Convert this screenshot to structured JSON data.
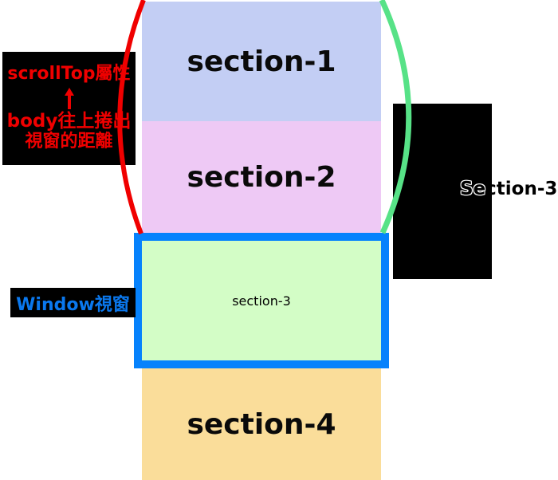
{
  "page": {
    "background": "#ffffff"
  },
  "sections": [
    {
      "label": "section-1",
      "color": "#c3cef4"
    },
    {
      "label": "section-2",
      "color": "#eec9f5"
    },
    {
      "label": "section-3",
      "color": "#d3fdc6"
    },
    {
      "label": "section-4",
      "color": "#fadd9a"
    }
  ],
  "viewport": {
    "border_color": "#0682fc"
  },
  "annotations": {
    "scrolltop": {
      "line1": "scrollTop屬性",
      "line2": "body往上捲出",
      "line3": "視窗的距離",
      "arrow_icon": "↑",
      "text_color": "#f00000",
      "bg_color": "#000000"
    },
    "window_label": {
      "text": "Window視窗",
      "text_color": "#0a78ee",
      "bg_color": "#000000"
    },
    "right_box": {
      "text": "Section-3",
      "text_start": "Se",
      "text_rest": "ction-3",
      "bg_color": "#000000"
    }
  },
  "curves": {
    "left_bracket_color": "#f00000",
    "right_bracket_color": "#57e287"
  }
}
